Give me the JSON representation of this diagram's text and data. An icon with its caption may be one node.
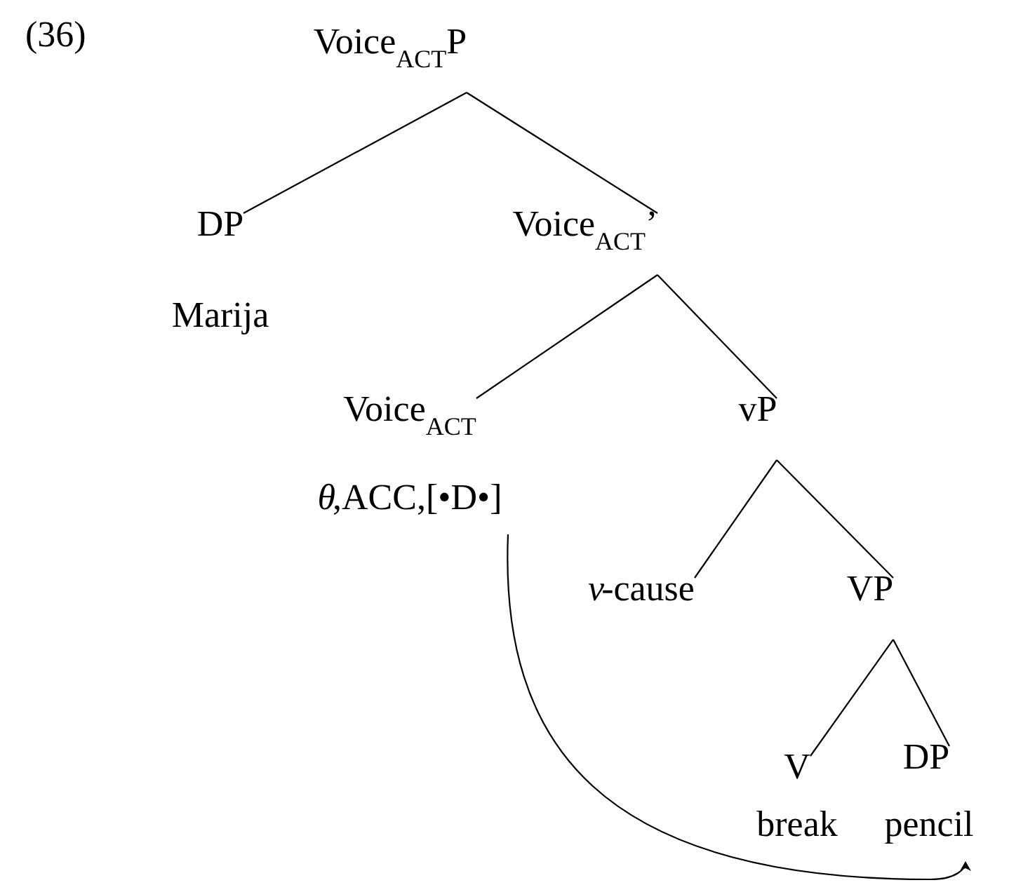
{
  "diagram": {
    "nodes": [
      {
        "text": [
          "Voice$_{ACT}$P"
        ]
      },
      {
        "text": [
          "DP"
        ]
      },
      {
        "text": [
          "Marija"
        ]
      },
      {
        "text": [
          "Voice$_{ACT}$’"
        ]
      },
      {
        "text": [
          "Voice$_{ACT}$"
        ]
      },
      {
        "text": [
          "*θ*,ACC,[•D•]"
        ]
      },
      {
        "text": [
          "vP"
        ]
      },
      {
        "text": [
          "*v*-cause"
        ]
      },
      {
        "text": [
          "VP"
        ]
      },
      {
        "text": [
          "V"
        ]
      },
      {
        "text": [
          "break"
        ]
      },
      {
        "text": [
          "DP"
        ]
      },
      {
        "text": [
          "pencil"
        ]
      }
    ],
    "edges": [
      {
        "from": 0,
        "to": 1,
        "arrow": "none"
      },
      {
        "from": 0,
        "to": 3,
        "arrow": "none"
      },
      {
        "from": 3,
        "to": 4,
        "arrow": "none"
      },
      {
        "from": 3,
        "to": 6,
        "arrow": "none"
      },
      {
        "from": 6,
        "to": 7,
        "arrow": "none"
      },
      {
        "from": 6,
        "to": 8,
        "arrow": "none"
      },
      {
        "from": 8,
        "to": 9,
        "arrow": "none"
      },
      {
        "from": 8,
        "to": 11,
        "arrow": "none"
      },
      {
        "from": 5,
        "to": 12,
        "arrow": "to"
      }
    ],
    "labels": [
      "(36)"
    ]
  }
}
